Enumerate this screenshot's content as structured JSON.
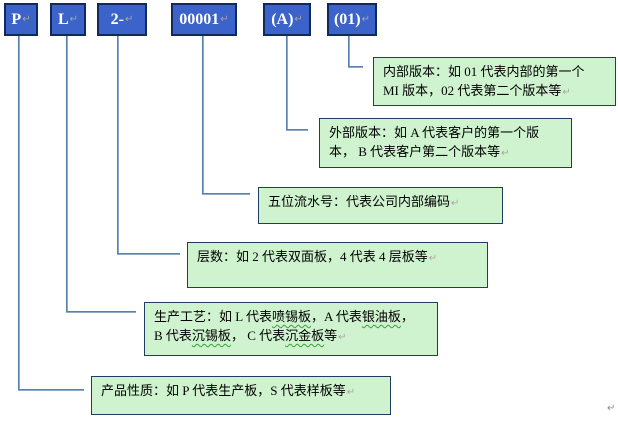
{
  "paragraph_mark": "↵",
  "code_boxes": [
    {
      "label": "P"
    },
    {
      "label": "L"
    },
    {
      "label": "2-"
    },
    {
      "label": "00001"
    },
    {
      "label": "(A)"
    },
    {
      "label": "(01)"
    }
  ],
  "callouts": {
    "internal_version": {
      "line1": "内部版本：如 01 代表内部的第一个",
      "line2": "MI 版本，02 代表第二个版本等"
    },
    "external_version": {
      "line1": "外部版本：如 A 代表客户的第一个版",
      "line2": "本， B 代表客户第二个版本等"
    },
    "serial_number": {
      "line1": "五位流水号：代表公司内部编码"
    },
    "layers": {
      "line1": "层数：如 2 代表双面板，4 代表 4 层板等"
    },
    "process": {
      "seg1": "生产工艺：如 L 代表",
      "seg2": "喷锡板",
      "seg3": "，A 代表",
      "seg4": "银油板",
      "seg5": "，",
      "seg6": "B 代表",
      "seg7": "沉锡板",
      "seg8": "， C 代表",
      "seg9": "沉金板",
      "seg10": "等"
    },
    "product_nature": {
      "line1": "产品性质：如 P 代表生产板，S 代表样板等"
    }
  },
  "colors": {
    "code_box_fill": "#3b63ca",
    "code_box_border": "#12295e",
    "callout_fill": "#cef3ce",
    "callout_border": "#1f3d63",
    "connector": "#4f7bad",
    "squiggle": "#36a336"
  }
}
